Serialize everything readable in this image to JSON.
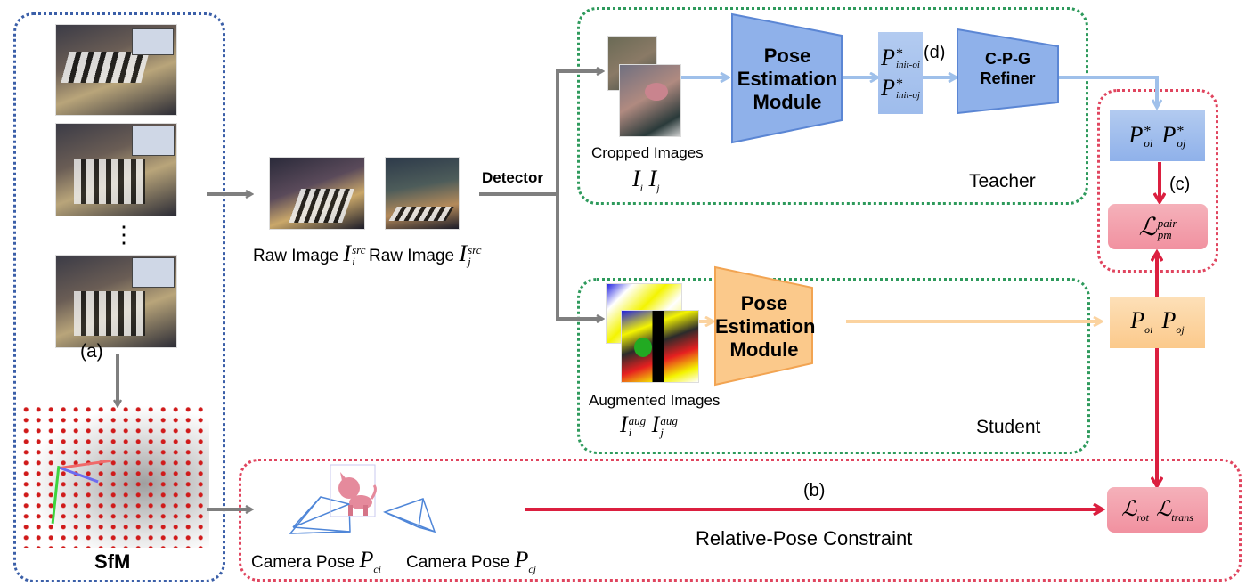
{
  "colors": {
    "blue_frame": "#3b5fa8",
    "green_frame": "#2e9a5c",
    "red_frame": "#e0455f",
    "gray_arrow": "#7f7f7f",
    "blue_arrow": "#9fc0ea",
    "orange_arrow": "#fbd3a0",
    "red_arrow": "#db1f3f",
    "blue_module": "#8fb1ea",
    "orange_module": "#fbc98b",
    "loss_box": "#f3a2ad"
  },
  "sfm_panel": {
    "label": "SfM",
    "step": "(a)",
    "ellipsis": "⋮"
  },
  "raw_images": {
    "detector_label": "Detector",
    "raw_i": {
      "text": "Raw Image",
      "sym": "I",
      "sub": "i",
      "sup": "src"
    },
    "raw_j": {
      "text": "Raw Image",
      "sym": "I",
      "sub": "j",
      "sup": "src"
    }
  },
  "teacher": {
    "label": "Teacher",
    "images_label": "Cropped Images",
    "img_i": {
      "sym": "I",
      "sub": "i"
    },
    "img_j": {
      "sym": "I",
      "sub": "j"
    },
    "pose_module": [
      "Pose",
      "Estimation",
      "Module"
    ],
    "init_oi": {
      "sym": "P",
      "sup": "*",
      "sub": "init-oi"
    },
    "init_oj": {
      "sym": "P",
      "sup": "*",
      "sub": "init-oj"
    },
    "step": "(d)",
    "refiner": [
      "C-P-G",
      "Refiner"
    ]
  },
  "student": {
    "label": "Student",
    "images_label": "Augmented Images",
    "img_i": {
      "sym": "I",
      "sub": "i",
      "sup": "aug"
    },
    "img_j": {
      "sym": "I",
      "sub": "j",
      "sup": "aug"
    },
    "pose_module": [
      "Pose",
      "Estimation",
      "Module"
    ]
  },
  "outputs": {
    "teacher_pose": {
      "a": {
        "sym": "P",
        "sup": "*",
        "sub": "oi"
      },
      "b": {
        "sym": "P",
        "sup": "*",
        "sub": "oj"
      }
    },
    "student_pose": {
      "a": {
        "sym": "P",
        "sub": "oi"
      },
      "b": {
        "sym": "P",
        "sub": "oj"
      }
    },
    "pair_loss": {
      "sym": "ℒ",
      "sup": "pair",
      "sub": "pm"
    },
    "step_c": "(c)",
    "rot_loss": {
      "sym": "ℒ",
      "sub": "rot"
    },
    "trans_loss": {
      "sym": "ℒ",
      "sub": "trans"
    }
  },
  "relative_pose": {
    "label": "Relative-Pose Constraint",
    "step": "(b)",
    "cam_i": {
      "text": "Camera Pose",
      "sym": "P",
      "sub": "ci"
    },
    "cam_j": {
      "text": "Camera Pose",
      "sym": "P",
      "sub": "cj"
    }
  }
}
